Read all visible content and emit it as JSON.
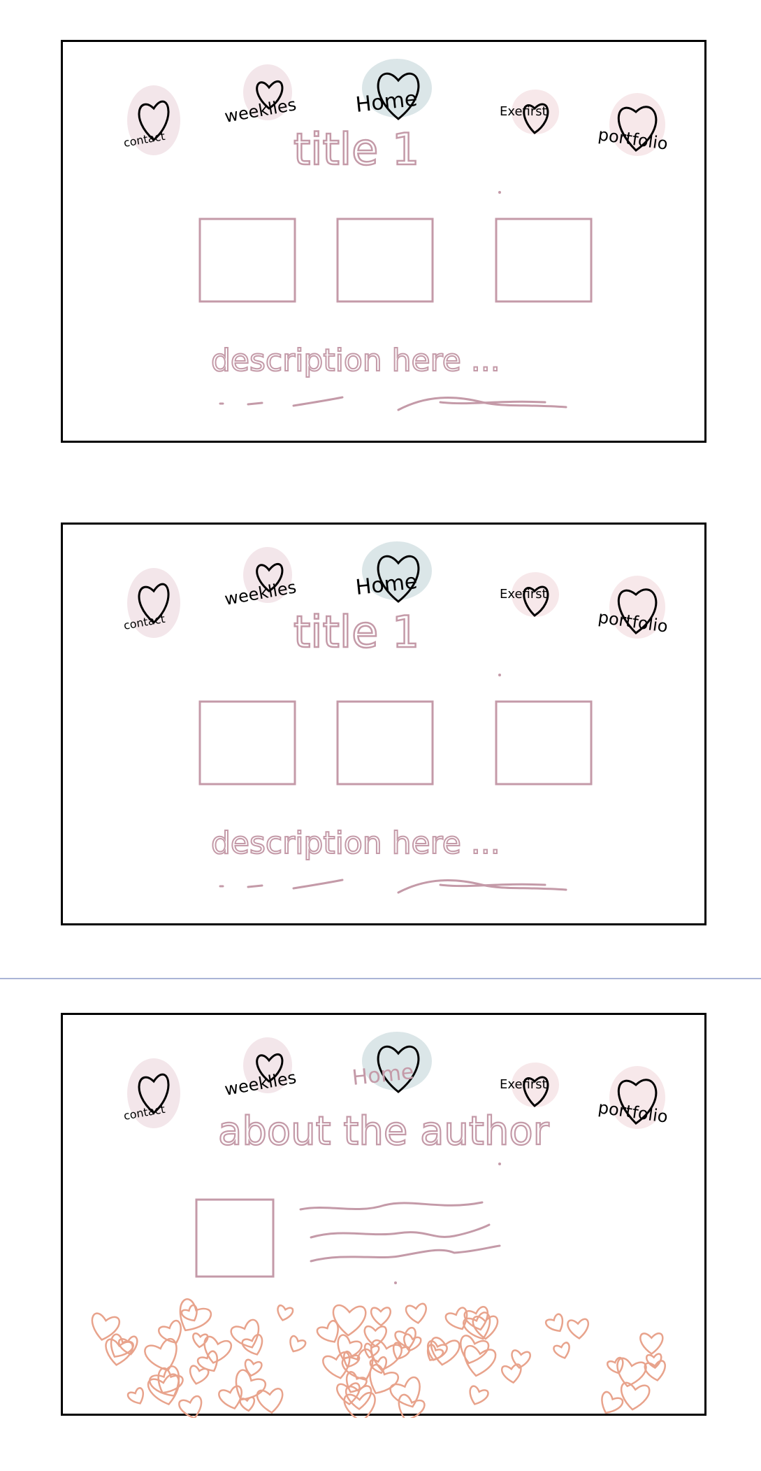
{
  "frames": [
    {
      "nav": {
        "contact": "contact",
        "weeklies": "weeklies",
        "home": "Home",
        "extra": "Exefirst",
        "portfolio": "portfolio"
      },
      "title": "title 1",
      "description": "description here ..."
    },
    {
      "nav": {
        "contact": "contact",
        "weeklies": "weeklies",
        "home": "Home",
        "extra": "Exefirst",
        "portfolio": "portfolio"
      },
      "title": "title 1",
      "description": "description here ..."
    },
    {
      "nav": {
        "contact": "contact",
        "weeklies": "weeklies",
        "home": "Home",
        "extra": "Exefirst",
        "portfolio": "portfolio"
      },
      "title": "about the author"
    }
  ],
  "colors": {
    "ink": "#000000",
    "sketch": "#c49aa8",
    "blob_pink": "#f3e6ea",
    "blob_blue": "#dbe6e8",
    "hearts": "#e8a38c",
    "divider": "#aab4d6"
  }
}
